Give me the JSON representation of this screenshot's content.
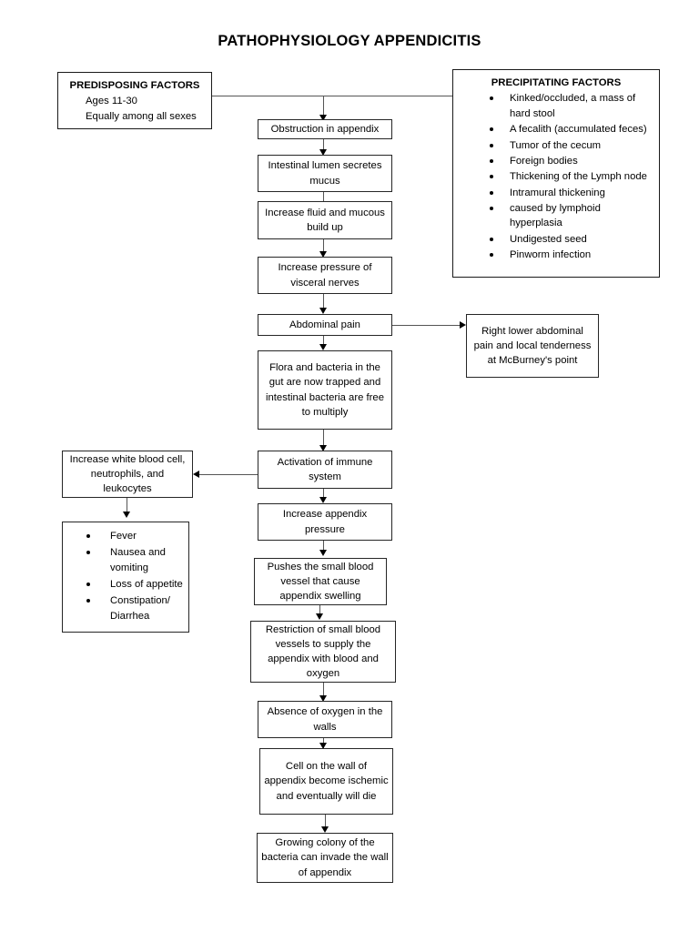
{
  "title": "PATHOPHYSIOLOGY APPENDICITIS",
  "predisposing": {
    "heading": "PREDISPOSING FACTORS",
    "lines": [
      "Ages 11-30",
      "Equally among all sexes"
    ]
  },
  "precipitating": {
    "heading": "PRECIPITATING FACTORS",
    "bullets": [
      "Kinked/occluded, a mass of hard stool",
      "A fecalith (accumulated feces)",
      "Tumor of the cecum",
      "Foreign bodies",
      "Thickening of the Lymph node",
      "Intramural thickening",
      "caused by lymphoid hyperplasia",
      "Undigested seed",
      "Pinworm infection"
    ]
  },
  "flow": {
    "obstruction": "Obstruction in appendix",
    "lumen": "Intestinal lumen secretes mucus",
    "fluid": "Increase fluid and mucous build up",
    "pressure": "Increase pressure of visceral nerves",
    "pain": "Abdominal pain",
    "flora": "Flora and bacteria in the gut are now trapped and intestinal bacteria are free to multiply",
    "immune": "Activation of immune system",
    "appendix_pressure": "Increase appendix pressure",
    "pushes": "Pushes the small blood vessel that cause appendix swelling",
    "restriction": "Restriction of small blood vessels to supply the appendix with blood and oxygen",
    "absence": "Absence of oxygen in the walls",
    "cell": "Cell on the wall of appendix become ischemic and eventually will die",
    "growing": "Growing colony of the bacteria can invade the wall of appendix"
  },
  "branches": {
    "mcburney": "Right lower abdominal pain and local tenderness at McBurney's point",
    "wbc": "Increase white blood cell, neutrophils, and leukocytes",
    "symptoms": [
      "Fever",
      "Nausea and vomiting",
      "Loss of appetite",
      "Constipation/ Diarrhea"
    ]
  },
  "colors": {
    "border": "#262626",
    "connector": "#555555",
    "background": "#ffffff",
    "text": "#000000"
  }
}
